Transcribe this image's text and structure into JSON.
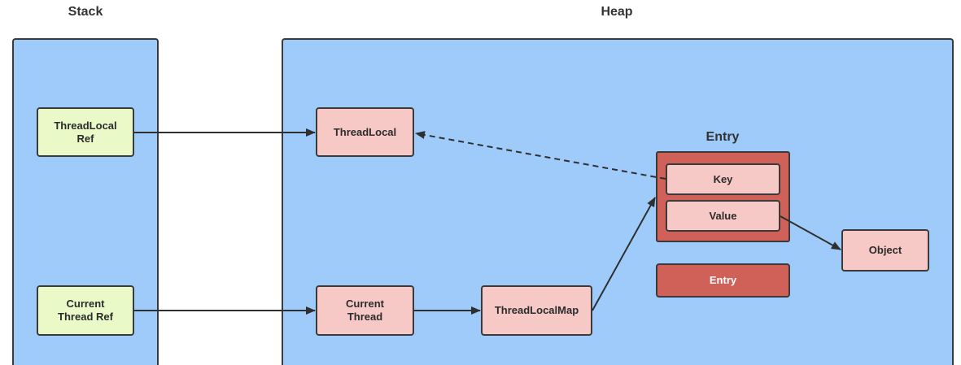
{
  "stack": {
    "title": "Stack",
    "threadlocal_ref": "ThreadLocal\nRef",
    "current_thread_ref": "Current\nThread Ref"
  },
  "heap": {
    "title": "Heap",
    "threadlocal": "ThreadLocal",
    "current_thread": "Current\nThread",
    "threadlocalmap": "ThreadLocalMap",
    "entry": {
      "title": "Entry",
      "key": "Key",
      "value": "Value"
    },
    "entry_second": "Entry",
    "object": "Object"
  },
  "colors": {
    "region_fill": "#9ecbfa",
    "ref_fill": "#e9f9c8",
    "node_fill": "#f6c9c6",
    "entry_fill": "#cf6159",
    "border": "#3a3a3a"
  }
}
